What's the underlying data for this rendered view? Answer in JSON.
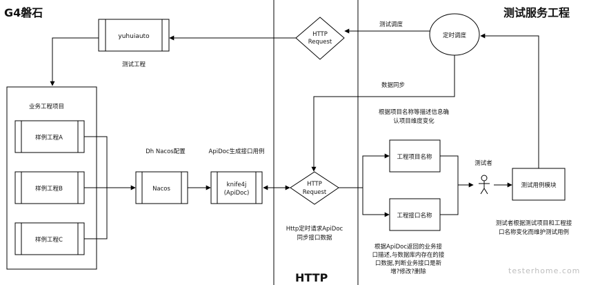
{
  "titles": {
    "left": "G4磐石",
    "right": "测试服务工程",
    "bottom": "HTTP"
  },
  "nodes": {
    "yuhuiauto": "yuhuiauto",
    "test_project_caption": "测试工程",
    "business_group": "业务工程项目",
    "sample_a": "样例工程A",
    "sample_b": "样例工程B",
    "sample_c": "样例工程C",
    "nacos": "Nacos",
    "knife4j_line1": "knife4j",
    "knife4j_line2": "(ApiDoc)",
    "http_request_top": [
      "HTTP",
      "Request"
    ],
    "http_request_mid": [
      "HTTP",
      "Request"
    ],
    "scheduler": "定时调度",
    "project_name": "工程项目名称",
    "api_name": "工程接口名称",
    "tester": "测试者",
    "testcase_module": "测试用例模块"
  },
  "labels": {
    "nacos_config": "Dh Nacos配置",
    "apidoc_gen": "ApiDoc生成接口用例",
    "test_schedule": "测试调度",
    "data_sync": "数据同步",
    "desc_project": [
      "根据项目名称等描述信息确",
      "认项目维度变化"
    ],
    "http_timer": [
      "Http定时请求ApiDoc",
      "同步接口数据"
    ],
    "desc_api": [
      "根据ApiDoc返回的业务接",
      "口描述,与数据库内存在的接",
      "口数据,判断业务接口是新",
      "增?修改?删除"
    ],
    "tester_desc": [
      "测试者根据测试项目和工程接",
      "口名称变化而维护测试用例"
    ]
  },
  "watermark": "testerhome.com"
}
